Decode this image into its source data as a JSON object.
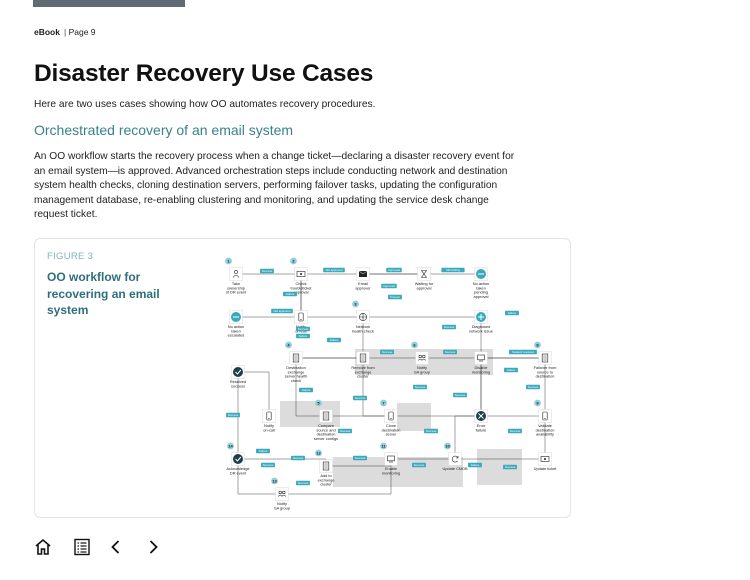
{
  "header": {
    "doc_type": "eBook",
    "page": "Page 9"
  },
  "title": "Disaster Recovery Use Cases",
  "intro": "Here are two uses cases showing how OO automates recovery procedures.",
  "section_heading": "Orchestrated recovery of an email system",
  "body": "An OO workflow starts the recovery process when a change ticket—declaring a disaster recovery event for an email system—is approved. Advanced orchestration steps include conducting network and destination system health checks, cloning destination servers, performing failover tasks, updating the configuration management database, re-enabling clustering and monitoring, and updating the service desk change request ticket.",
  "figure": {
    "label": "FIGURE 3",
    "title": "OO workflow for recovering an email system",
    "nodes": [
      {
        "label": [
          "Take",
          "ownership",
          "of DR event"
        ],
        "icon": "person-icon",
        "number": "1"
      },
      {
        "label": [
          "Check",
          "troubleticket",
          "approval"
        ],
        "icon": "ticket-icon",
        "number": "2"
      },
      {
        "label": [
          "Email",
          "approver"
        ],
        "icon": "mail-icon",
        "number": ""
      },
      {
        "label": [
          "Waiting for",
          "approval"
        ],
        "icon": "hourglass-icon",
        "number": ""
      },
      {
        "label": [
          "No action",
          "taken",
          "pending",
          "approval"
        ],
        "icon": "minus-circle-icon",
        "number": ""
      },
      {
        "label": [
          "No action",
          "taken",
          "escalated"
        ],
        "icon": "minus-circle-icon",
        "number": ""
      },
      {
        "label": [
          "Notify",
          "on-call"
        ],
        "icon": "phone-icon",
        "number": ""
      },
      {
        "label": [
          "Network",
          "health check"
        ],
        "icon": "network-icon",
        "number": "3"
      },
      {
        "label": [
          "Diagnosed",
          "network issue"
        ],
        "icon": "plus-circle-icon",
        "number": ""
      },
      {
        "label": [
          "Destination",
          "exchange",
          "server health",
          "check"
        ],
        "icon": "server-icon",
        "number": "4"
      },
      {
        "label": [
          "Remove from",
          "exchange",
          "cluster"
        ],
        "icon": "server-icon",
        "number": ""
      },
      {
        "label": [
          "Notify",
          "SA group"
        ],
        "icon": "group-icon",
        "number": "6"
      },
      {
        "label": [
          "Disable",
          "monitoring"
        ],
        "icon": "monitor-icon",
        "number": ""
      },
      {
        "label": [
          "Failover from",
          "source to",
          "destination"
        ],
        "icon": "server-icon",
        "number": "8"
      },
      {
        "label": [
          "Resolved",
          "success"
        ],
        "icon": "check-circle-icon",
        "number": ""
      },
      {
        "label": [
          "Notify",
          "on-call"
        ],
        "icon": "phone-icon",
        "number": ""
      },
      {
        "label": [
          "Compare",
          "source and",
          "destination",
          "server configs"
        ],
        "icon": "server-icon",
        "number": "5"
      },
      {
        "label": [
          "Clone",
          "destination",
          "server"
        ],
        "icon": "phone-icon",
        "number": "7"
      },
      {
        "label": [
          "Error",
          "failure"
        ],
        "icon": "x-circle-icon",
        "number": ""
      },
      {
        "label": [
          "Validate",
          "destination",
          "availability"
        ],
        "icon": "phone-icon",
        "number": "9"
      },
      {
        "label": [
          "Acknowledge",
          "DR event"
        ],
        "icon": "check-circle-icon",
        "number": "14"
      },
      {
        "label": [
          "Add to",
          "exchange",
          "cluster"
        ],
        "icon": "server-icon",
        "number": "12"
      },
      {
        "label": [
          "Enable",
          "monitoring"
        ],
        "icon": "monitor-icon",
        "number": "11"
      },
      {
        "label": [
          "Update CMDB"
        ],
        "icon": "refresh-icon",
        "number": "10"
      },
      {
        "label": [
          "Update ticket"
        ],
        "icon": "ticket-icon",
        "number": ""
      },
      {
        "label": [
          "Notify",
          "SA group"
        ],
        "icon": "group-icon",
        "number": "13"
      }
    ],
    "badges": [
      "Success",
      "Failure",
      "Not approved",
      "Approved",
      "Still waiting",
      "Not approved",
      "Timeout",
      "Approved",
      "Failure",
      "Success",
      "Failure",
      "Success",
      "Success",
      "Network resolved",
      "Success",
      "Failure",
      "Failure",
      "Success",
      "Success",
      "Success",
      "Success",
      "Failure",
      "Success",
      "Success",
      "Success",
      "Success",
      "Failure",
      "Success",
      "Success",
      "Success",
      "Success",
      "Success",
      "Failure",
      "Success"
    ]
  },
  "nav": {
    "home_icon": "home-icon",
    "contents_icon": "table-of-contents-icon",
    "prev_icon": "chevron-left-icon",
    "next_icon": "chevron-right-icon"
  },
  "colors": {
    "accent": "#39818d",
    "figure_title": "#2f6f7a",
    "figure_label": "#7cb6bf",
    "badge": "#3aa9bd",
    "number_circle": "#8fd0dd",
    "top_bar": "#5f6c75"
  }
}
